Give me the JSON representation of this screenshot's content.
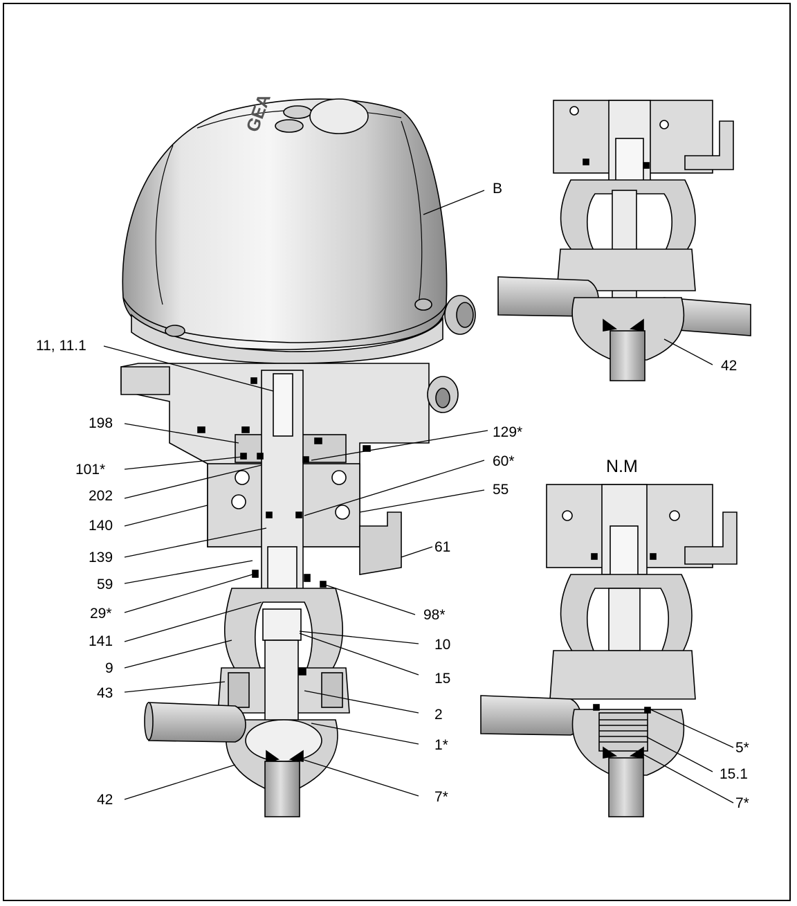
{
  "labels": {
    "B": "B",
    "l11": "11, 11.1",
    "l198": "198",
    "l101": "101*",
    "l202": "202",
    "l140": "140",
    "l139": "139",
    "l59": "59",
    "l29": "29*",
    "l141": "141",
    "l9": "9",
    "l43": "43",
    "l42": "42",
    "l129": "129*",
    "l60": "60*",
    "l55": "55",
    "l61": "61",
    "l98": "98*",
    "l10": "10",
    "l15": "15",
    "l2": "2",
    "l1": "1*",
    "l7": "7*",
    "tr42": "42",
    "nm": "N.M",
    "l5": "5*",
    "l151": "15.1",
    "r7": "7*"
  },
  "brand_text": "GEA"
}
